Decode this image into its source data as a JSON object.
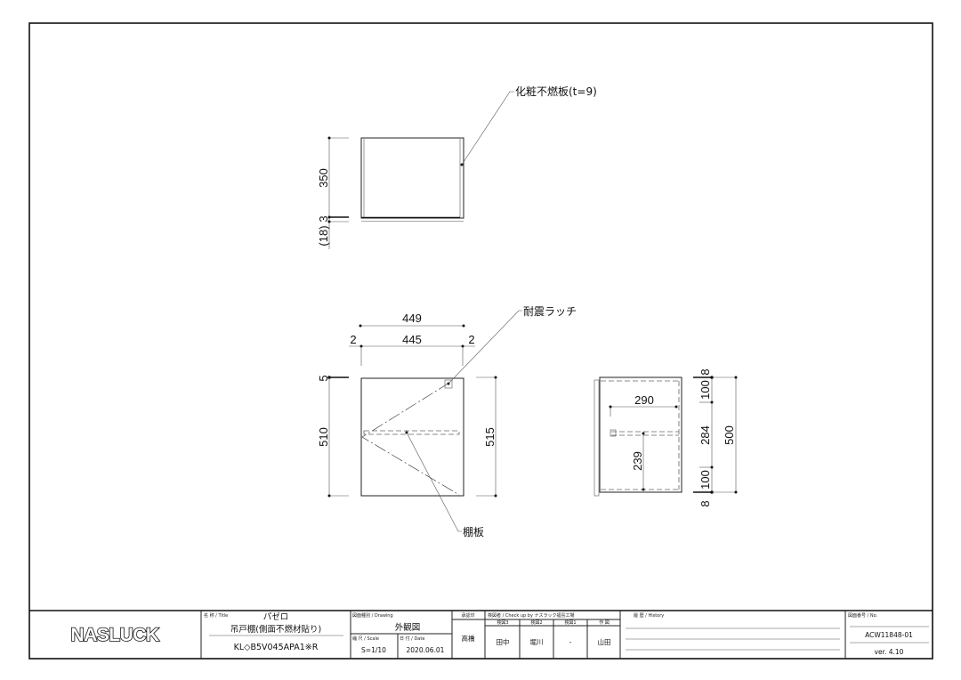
{
  "drawing": {
    "top_view": {
      "dims": {
        "height": "350",
        "gap": "3",
        "thickness": "(18)"
      },
      "callout": "化粧不燃板(t=9)"
    },
    "front_view": {
      "dims": {
        "overall_width": "449",
        "inner_width": "445",
        "left_gap": "2",
        "right_gap": "2",
        "top_gap": "5",
        "door_height": "510",
        "overall_height": "515"
      },
      "callout_latch": "耐震ラッチ",
      "callout_shelf": "棚板"
    },
    "side_view": {
      "dims": {
        "depth": "290",
        "shelf_height": "239",
        "top": "8",
        "upper": "100",
        "middle": "284",
        "lower": "100",
        "bottom": "8",
        "overall": "500"
      }
    }
  },
  "title_block": {
    "logo": "NASLUCK",
    "title_label": "名 称 / Title",
    "series": "パゼロ",
    "product_name": "吊戸棚(側面不燃材貼り)",
    "model": "KL◇B5V045APA1※R",
    "drawing_type_label": "図面種別 / Drawing",
    "drawing_type": "外観図",
    "scale_label": "縮 尺 / Scale",
    "scale": "S=1/10",
    "date_label": "日 付 / Date",
    "date": "2020.06.01",
    "approval_label": "承認印",
    "approver": "高橋",
    "check_label": "検図者 / Check up by ナスラック福島工場",
    "checkers": [
      {
        "role": "検図3",
        "name": "田中"
      },
      {
        "role": "検図2",
        "name": "堀川"
      },
      {
        "role": "検図1",
        "name": "-"
      },
      {
        "role": "作 図",
        "name": "山田"
      }
    ],
    "history_label": "履 歴 / History",
    "number_label": "図面番号 / No.",
    "number": "ACW11848-01",
    "version": "ver. 4.10"
  }
}
